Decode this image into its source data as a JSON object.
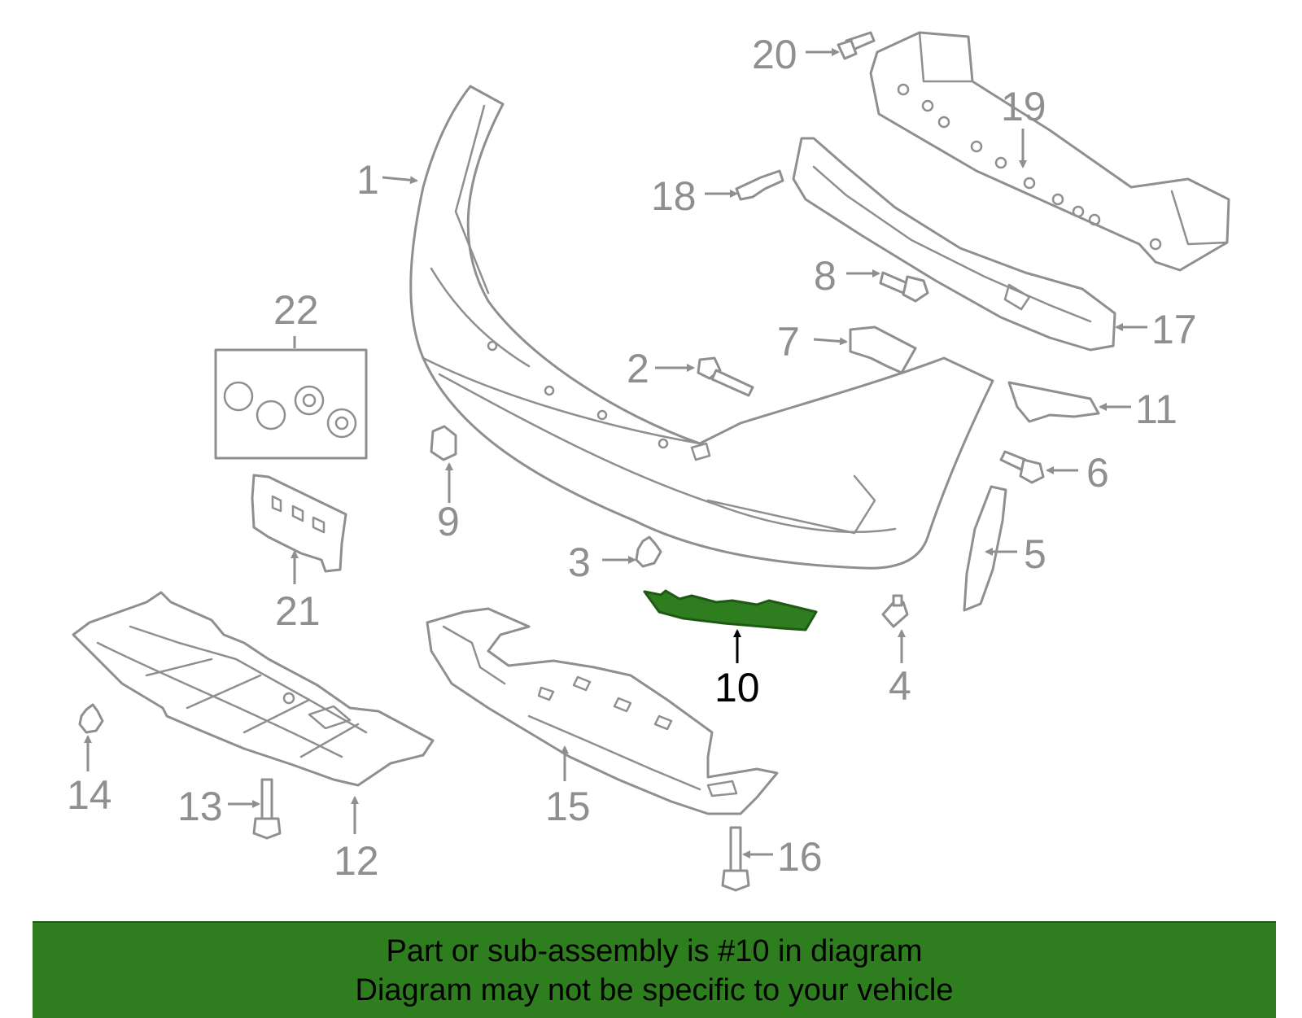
{
  "colors": {
    "part_outline": "#8f8f8f",
    "highlight_fill": "#2e7d1f",
    "banner_bg": "#2e7d1f",
    "text_black": "#000000"
  },
  "callouts": {
    "c1": "1",
    "c2": "2",
    "c3": "3",
    "c4": "4",
    "c5": "5",
    "c6": "6",
    "c7": "7",
    "c8": "8",
    "c9": "9",
    "c10": "10",
    "c11": "11",
    "c12": "12",
    "c13": "13",
    "c14": "14",
    "c15": "15",
    "c16": "16",
    "c17": "17",
    "c18": "18",
    "c19": "19",
    "c20": "20",
    "c21": "21",
    "c22": "22"
  },
  "highlighted_part": "10",
  "banner": {
    "line1": "Part or sub-assembly is #10 in diagram",
    "line2": "Diagram may not be specific to your vehicle"
  }
}
